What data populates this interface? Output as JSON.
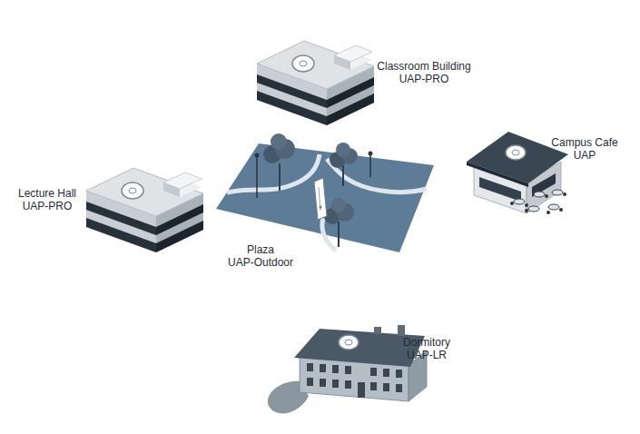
{
  "diagram": {
    "nodes": [
      {
        "text": [
          "Classroom Building",
          "UAP-PRO"
        ]
      },
      {
        "text": [
          "Campus Cafe",
          "UAP"
        ]
      },
      {
        "text": [
          "Lecture Hall",
          "UAP-PRO"
        ]
      },
      {
        "text": [
          "Plaza",
          "UAP-Outdoor"
        ]
      },
      {
        "text": [
          "Dormitory",
          "UAP-LR"
        ]
      }
    ]
  }
}
